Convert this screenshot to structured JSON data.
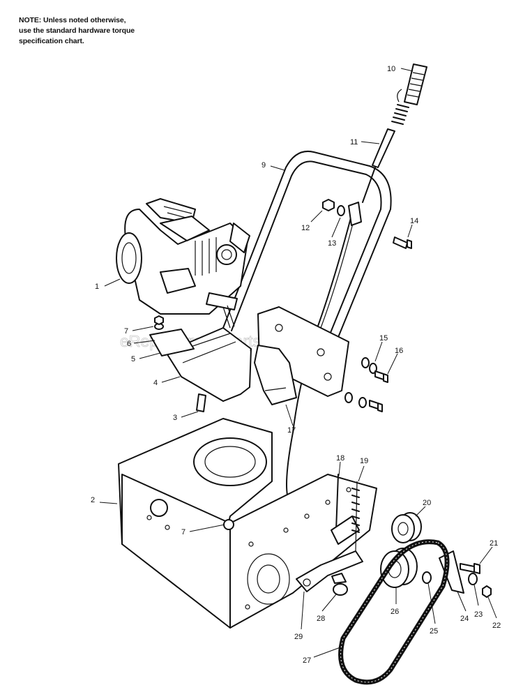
{
  "note": {
    "line1": "NOTE: Unless noted otherwise,",
    "line2": "use the standard hardware torque",
    "line3": "specification chart."
  },
  "watermark": "eReplacementParts.com",
  "callouts": {
    "c1": "1",
    "c2": "2",
    "c3": "3",
    "c4": "4",
    "c5": "5",
    "c6": "6",
    "c7a": "7",
    "c7b": "7",
    "c9": "9",
    "c10": "10",
    "c11": "11",
    "c12": "12",
    "c13": "13",
    "c14": "14",
    "c15": "15",
    "c16": "16",
    "c17": "17",
    "c18": "18",
    "c19": "19",
    "c20": "20",
    "c21": "21",
    "c22": "22",
    "c23": "23",
    "c24": "24",
    "c25": "25",
    "c26": "26",
    "c27": "27",
    "c28": "28",
    "c29": "29"
  }
}
